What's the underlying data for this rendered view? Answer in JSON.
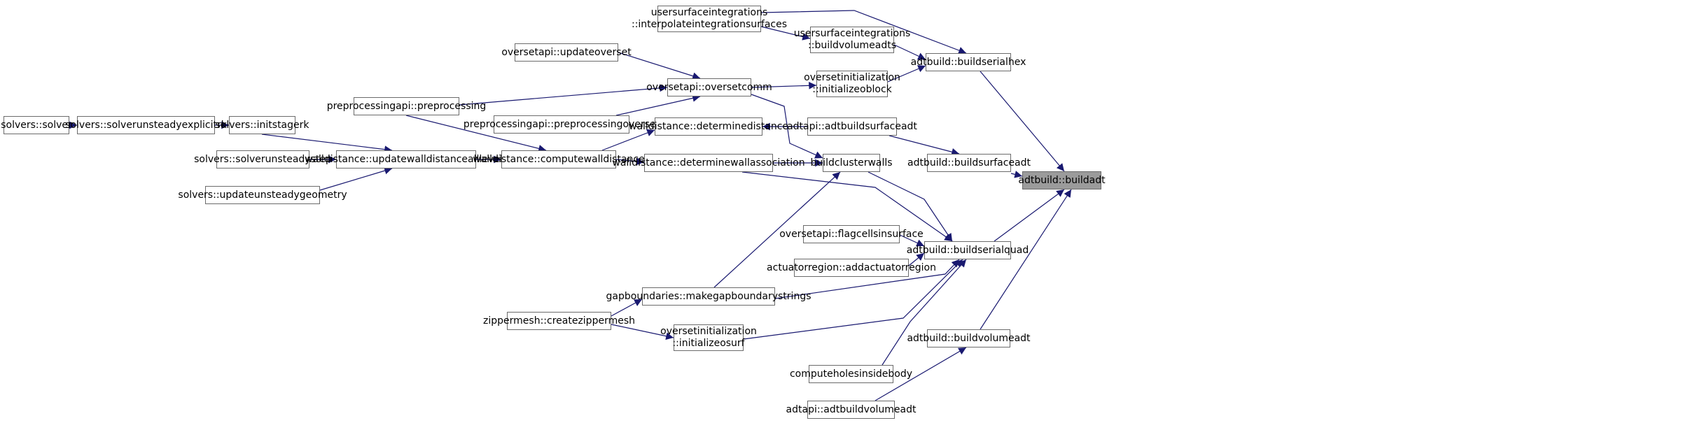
{
  "graph": {
    "root": "n_buildadt",
    "nodes": [
      {
        "id": "n_solver",
        "lines": [
          "solvers::solver"
        ]
      },
      {
        "id": "n_solverunsteadyexplicitrk",
        "lines": [
          "solvers::solverunsteadyexplicitrk"
        ]
      },
      {
        "id": "n_initstagerk",
        "lines": [
          "solvers::initstagerk"
        ]
      },
      {
        "id": "n_solverunsteadystep",
        "lines": [
          "solvers::solverunsteadystep"
        ]
      },
      {
        "id": "n_updateunsteadygeometry",
        "lines": [
          "solvers::updateunsteadygeometry"
        ]
      },
      {
        "id": "n_updatewalldistancealllevels",
        "lines": [
          "walldistance::updatewalldistancealllevels"
        ]
      },
      {
        "id": "n_preprocessing",
        "lines": [
          "preprocessingapi::preprocessing"
        ]
      },
      {
        "id": "n_updateoverset",
        "lines": [
          "oversetapi::updateoverset"
        ]
      },
      {
        "id": "n_preprocessingoverset",
        "lines": [
          "preprocessingapi::preprocessingoverset"
        ]
      },
      {
        "id": "n_computewalldistance",
        "lines": [
          "walldistance::computewalldistance"
        ]
      },
      {
        "id": "n_zippermesh",
        "lines": [
          "zippermesh::createzippermesh"
        ]
      },
      {
        "id": "n_interpolateintegrationsurfaces",
        "lines": [
          "usersurfaceintegrations",
          "::interpolateintegrationsurfaces"
        ]
      },
      {
        "id": "n_oversetcomm",
        "lines": [
          "oversetapi::oversetcomm"
        ]
      },
      {
        "id": "n_determinedistance",
        "lines": [
          "walldistance::determinedistance"
        ]
      },
      {
        "id": "n_determinewallassociation",
        "lines": [
          "walldistance::determinewallassociation"
        ]
      },
      {
        "id": "n_makegapboundarystrings",
        "lines": [
          "gapboundaries::makegapboundarystrings"
        ]
      },
      {
        "id": "n_initializeosurf",
        "lines": [
          "oversetinitialization",
          "::initializeosurf"
        ]
      },
      {
        "id": "n_buildvolumeadts",
        "lines": [
          "usersurfaceintegrations",
          "::buildvolumeadts"
        ]
      },
      {
        "id": "n_initializeoblock",
        "lines": [
          "oversetinitialization",
          "::initializeoblock"
        ]
      },
      {
        "id": "n_adtbuildsurfaceadt",
        "lines": [
          "adtapi::adtbuildsurfaceadt"
        ]
      },
      {
        "id": "n_buildclusterwalls",
        "lines": [
          "buildclusterwalls"
        ]
      },
      {
        "id": "n_flagcellsinsurface",
        "lines": [
          "oversetapi::flagcellsinsurface"
        ]
      },
      {
        "id": "n_addactuatorregion",
        "lines": [
          "actuatorregion::addactuatorregion"
        ]
      },
      {
        "id": "n_computeholesinsidebody",
        "lines": [
          "computeholesinsidebody"
        ]
      },
      {
        "id": "n_adtbuildvolumeadt",
        "lines": [
          "adtapi::adtbuildvolumeadt"
        ]
      },
      {
        "id": "n_buildserialhex",
        "lines": [
          "adtbuild::buildserialhex"
        ]
      },
      {
        "id": "n_buildsurfaceadt",
        "lines": [
          "adtbuild::buildsurfaceadt"
        ]
      },
      {
        "id": "n_buildserialquad",
        "lines": [
          "adtbuild::buildserialquad"
        ]
      },
      {
        "id": "n_buildvolumeadt",
        "lines": [
          "adtbuild::buildvolumeadt"
        ]
      },
      {
        "id": "n_buildadt",
        "lines": [
          "adtbuild::buildadt"
        ]
      }
    ],
    "edges": [
      {
        "from": "n_solver",
        "to": "n_solverunsteadyexplicitrk"
      },
      {
        "from": "n_solverunsteadyexplicitrk",
        "to": "n_initstagerk"
      },
      {
        "from": "n_initstagerk",
        "to": "n_updatewalldistancealllevels"
      },
      {
        "from": "n_solverunsteadystep",
        "to": "n_updatewalldistancealllevels"
      },
      {
        "from": "n_updateunsteadygeometry",
        "to": "n_updatewalldistancealllevels"
      },
      {
        "from": "n_updatewalldistancealllevels",
        "to": "n_computewalldistance"
      },
      {
        "from": "n_preprocessing",
        "to": "n_computewalldistance"
      },
      {
        "from": "n_preprocessing",
        "to": "n_oversetcomm"
      },
      {
        "from": "n_updateoverset",
        "to": "n_oversetcomm"
      },
      {
        "from": "n_preprocessingoverset",
        "to": "n_oversetcomm"
      },
      {
        "from": "n_computewalldistance",
        "to": "n_determinedistance"
      },
      {
        "from": "n_computewalldistance",
        "to": "n_determinewallassociation"
      },
      {
        "from": "n_zippermesh",
        "to": "n_makegapboundarystrings"
      },
      {
        "from": "n_zippermesh",
        "to": "n_initializeosurf"
      },
      {
        "from": "n_interpolateintegrationsurfaces",
        "to": "n_buildvolumeadts"
      },
      {
        "from": "n_interpolateintegrationsurfaces",
        "to": "n_buildserialhex"
      },
      {
        "from": "n_oversetcomm",
        "to": "n_initializeoblock"
      },
      {
        "from": "n_oversetcomm",
        "to": "n_buildclusterwalls"
      },
      {
        "from": "n_determinedistance",
        "to": "n_adtbuildsurfaceadt"
      },
      {
        "from": "n_determinewallassociation",
        "to": "n_buildclusterwalls"
      },
      {
        "from": "n_determinewallassociation",
        "to": "n_buildserialquad"
      },
      {
        "from": "n_makegapboundarystrings",
        "to": "n_buildclusterwalls"
      },
      {
        "from": "n_makegapboundarystrings",
        "to": "n_buildserialquad"
      },
      {
        "from": "n_initializeosurf",
        "to": "n_buildserialquad"
      },
      {
        "from": "n_buildvolumeadts",
        "to": "n_buildserialhex"
      },
      {
        "from": "n_initializeoblock",
        "to": "n_buildserialhex"
      },
      {
        "from": "n_adtbuildsurfaceadt",
        "to": "n_buildsurfaceadt"
      },
      {
        "from": "n_buildclusterwalls",
        "to": "n_buildserialquad"
      },
      {
        "from": "n_flagcellsinsurface",
        "to": "n_buildserialquad"
      },
      {
        "from": "n_addactuatorregion",
        "to": "n_buildserialquad"
      },
      {
        "from": "n_computeholesinsidebody",
        "to": "n_buildserialquad"
      },
      {
        "from": "n_adtbuildvolumeadt",
        "to": "n_buildvolumeadt"
      },
      {
        "from": "n_buildserialhex",
        "to": "n_buildadt"
      },
      {
        "from": "n_buildsurfaceadt",
        "to": "n_buildadt"
      },
      {
        "from": "n_buildserialquad",
        "to": "n_buildadt"
      },
      {
        "from": "n_buildvolumeadt",
        "to": "n_buildadt"
      }
    ]
  },
  "colors": {
    "edge": "#191970",
    "node_border": "#6b6b6b",
    "root_fill": "#9b9b9b"
  }
}
